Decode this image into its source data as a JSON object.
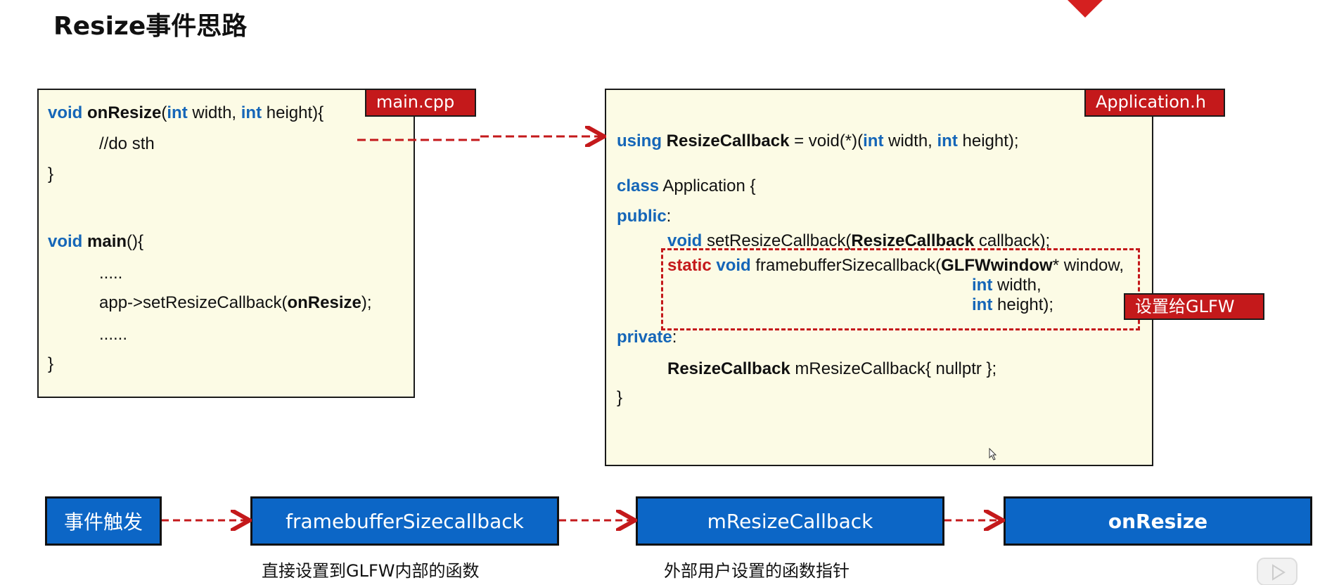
{
  "title": "Resize事件思路",
  "main_box": {
    "tag": "main.cpp",
    "lines": [
      {
        "kw": "void",
        "name": "onResize",
        "p1": "(",
        "kw2": "int",
        "t1": " width, ",
        "kw3": "int",
        "t2": " height){"
      },
      {
        "text": "//do sth"
      },
      {
        "text": "}"
      },
      {
        "kw": "void",
        "name": "main",
        "rest": "(){"
      },
      {
        "text": "....."
      },
      {
        "pre": "app->setResizeCallback(",
        "bold": "onResize",
        "post": ");"
      },
      {
        "text": "......"
      },
      {
        "text": "}"
      }
    ]
  },
  "app_box": {
    "tag": "Application.h",
    "using_line": {
      "kw": "using",
      "name": "ResizeCallback",
      "mid": " = void(*)(",
      "kw2": "int",
      "t1": " width, ",
      "kw3": "int",
      "t2": " height);"
    },
    "class_line": {
      "kw": "class",
      "rest": " Application {"
    },
    "public_line": {
      "kw": "public",
      "rest": ":"
    },
    "set_line": {
      "kw": "void",
      "pre": " setResizeCallback(",
      "bold": "ResizeCallback",
      "post": " callback);"
    },
    "static_line": {
      "kw": "static",
      "kw2": "void",
      "pre": " framebufferSizecallback(",
      "bold": "GLFWwindow",
      "post": "* window,"
    },
    "width_line": {
      "kw": "int",
      "rest": " width,"
    },
    "height_line": {
      "kw": "int",
      "rest": " height);"
    },
    "private_line": {
      "kw": "private",
      "rest": ":"
    },
    "member_line": {
      "bold": "ResizeCallback",
      "rest": " mResizeCallback{ nullptr };"
    },
    "close_line": "}",
    "glfw_tag": "设置给GLFW"
  },
  "flow": {
    "steps": [
      "事件触发",
      "framebufferSizecallback",
      "mResizeCallback",
      "onResize"
    ],
    "captions": [
      "直接设置到GLFW内部的函数",
      "外部用户设置的函数指针"
    ]
  },
  "colors": {
    "keyword_blue": "#1566b8",
    "accent_red": "#c4191b",
    "flow_blue": "#0c66c6",
    "code_bg": "#fcfbe5"
  }
}
